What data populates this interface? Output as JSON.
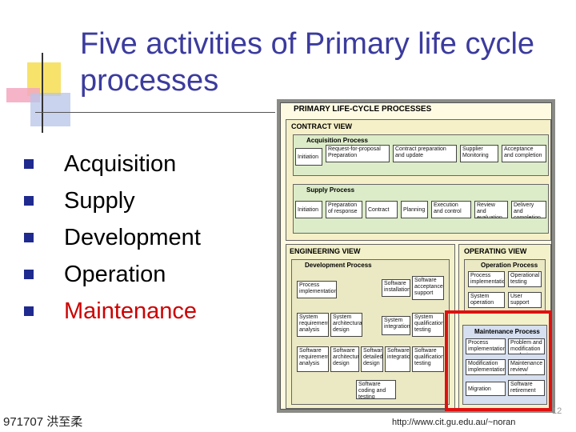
{
  "slide": {
    "title_line1": "Five activities of Primary life cycle",
    "title_line2": "processes",
    "bullets": [
      {
        "text": "Acquisition",
        "color": "#000000"
      },
      {
        "text": "Supply",
        "color": "#000000"
      },
      {
        "text": "Development",
        "color": "#000000"
      },
      {
        "text": "Operation",
        "color": "#000000"
      },
      {
        "text": "Maintenance",
        "color": "#cc0000"
      }
    ],
    "footer_left": "971707 洪至柔",
    "footer_right": "http://www.cit.gu.edu.au/~noran",
    "page_number": "12"
  },
  "diagram": {
    "title": "PRIMARY LIFE-CYCLE PROCESSES",
    "contract_view": {
      "label": "CONTRACT VIEW",
      "acquisition": {
        "label": "Acquisition Process",
        "steps": [
          "Initiation",
          "Request-for-proposal Preparation",
          "Contract preparation and update",
          "Supplier Monitoring",
          "Acceptance and completion"
        ]
      },
      "supply": {
        "label": "Supply Process",
        "steps": [
          "Initiation",
          "Preparation of response",
          "Contract",
          "Planning",
          "Execution and control",
          "Review and evaluation",
          "Delivery and completion"
        ]
      }
    },
    "engineering_view": {
      "label": "ENGINEERING VIEW",
      "development": {
        "label": "Development Process",
        "steps": [
          "Process implementation",
          "Software installation",
          "Software acceptance support",
          "System requirements analysis",
          "System architectural design",
          "System integration",
          "System qualification testing",
          "Software requirements analysis",
          "Software architectural design",
          "Software detailed design",
          "Software integration",
          "Software qualification testing",
          "Software coding and testing"
        ]
      }
    },
    "operating_view": {
      "label": "OPERATING VIEW",
      "operation": {
        "label": "Operation Process",
        "steps": [
          "Process implementation",
          "Operational testing",
          "System operation",
          "User support"
        ]
      }
    },
    "maintenance": {
      "label": "Maintenance Process",
      "steps": [
        "Process implementation",
        "Problem and modification analysis",
        "Modification implementation",
        "Maintenance review/ acceptance",
        "Migration",
        "Software retirement"
      ]
    }
  }
}
